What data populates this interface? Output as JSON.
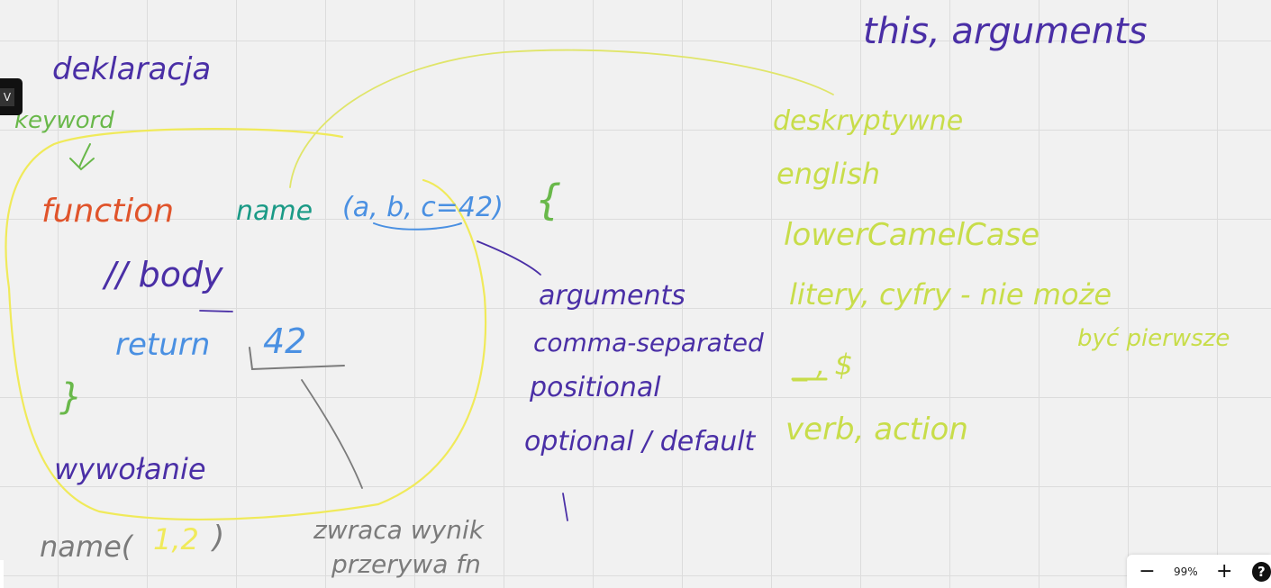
{
  "colors": {
    "background": "#f1f1f1",
    "grid": "#dcdcdc",
    "purple": "#4a2fa6",
    "green": "#69b84a",
    "orange": "#e0542b",
    "teal": "#1a9a86",
    "blue": "#4a90e2",
    "yellow": "#f0ea5a",
    "lime": "#c8dd4a",
    "gray": "#7b7b7b"
  },
  "side_panel": {
    "toggle_label": "V"
  },
  "notes": {
    "top_right": "this, arguments",
    "deklaracja": "deklaracja",
    "keyword": "keyword",
    "function_kw": "function",
    "fn_name": "name",
    "params": "(a, b, c=42)",
    "open_brace": "{",
    "body_comment": "// body",
    "return_kw": "return",
    "return_val": "42",
    "close_brace": "}",
    "wywolanie": "wywołanie",
    "call_name": "name(",
    "call_args": "1,2",
    "call_close": ")",
    "returns_note_1": "zwraca wynik",
    "returns_note_2": "przerywa fn",
    "args_list": [
      "arguments",
      "comma-separated",
      "positional",
      "optional / default"
    ],
    "naming_rules": [
      "deskryptywne",
      "english",
      "lowerCamelCase",
      "litery, cyfry - nie może",
      "_ , $",
      "verb, action"
    ],
    "naming_extra": "być pierwsze"
  },
  "zoom": {
    "minus_icon": "minus-icon",
    "level": "99%",
    "plus_icon": "plus-icon",
    "help_icon": "help-icon"
  }
}
